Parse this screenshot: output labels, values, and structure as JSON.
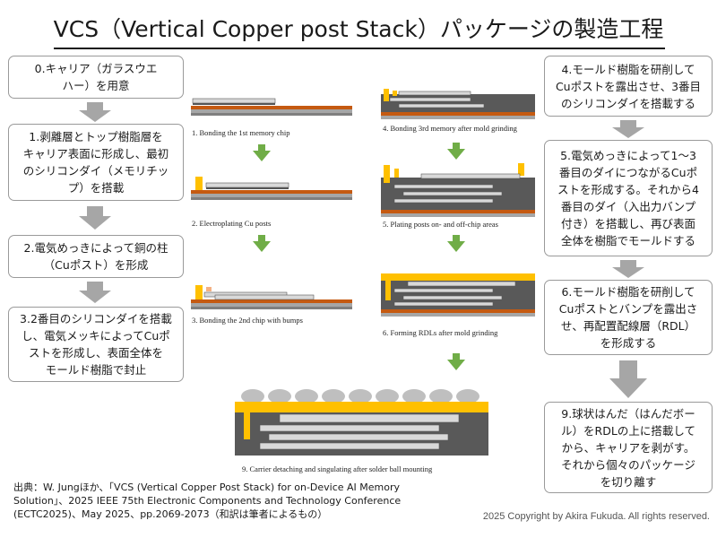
{
  "title": "VCS（Vertical Copper post Stack）パッケージの製造工程",
  "steps": {
    "s0": "0.キャリア（ガラスウエ\nハー）を用意",
    "s1": "1.剥離層とトップ樹脂層を\nキャリア表面に形成し、最初\nのシリコンダイ（メモリチッ\nプ）を搭載",
    "s2": "2.電気めっきによって銅の柱\n（Cuポスト）を形成",
    "s3": "3.2番目のシリコンダイを搭載\nし、電気メッキによってCuポ\nストを形成し、表面全体を\nモールド樹脂で封止",
    "s4": "4.モールド樹脂を研削して\nCuポストを露出させ、3番目\nのシリコンダイを搭載する",
    "s5": "5.電気めっきによって1～3\n番目のダイにつながるCuポ\nストを形成する。それから4\n番目のダイ（入出力バンプ\n付き）を搭載し、再び表面\n全体を樹脂でモールドする",
    "s6": "6.モールド樹脂を研削して\nCuポストとバンプを露出さ\nせ、再配置配線層（RDL）\nを形成する",
    "s9": "9.球状はんだ（はんだボー\nル）をRDLの上に搭載して\nから、キャリアを剥がす。\nそれから個々のパッケージ\nを切り離す"
  },
  "captions": {
    "c1": "1. Bonding the 1st memory chip",
    "c2": "2. Electroplating Cu posts",
    "c3": "3. Bonding the 2nd chip with bumps",
    "c4": "4. Bonding 3rd memory after mold grinding",
    "c5": "5. Plating posts on- and off-chip areas",
    "c6": "6. Forming RDLs after mold grinding",
    "c9": "9. Carrier detaching and singulating after solder ball mounting"
  },
  "source": "出典：W. Jungほか、「VCS (Vertical Copper Post Stack) for on-Device AI Memory\nSolution」、2025 IEEE 75th Electronic Components and Technology Conference\n(ECTC2025)、May 2025、pp.2069-2073（和訳は筆者によるもの）",
  "copyright": "2025 Copyright by Akira Fukuda. All rights reserved.",
  "colors": {
    "arrow_gray": "#a6a6a6",
    "arrow_green": "#70ad47",
    "carrier": "#c55a11",
    "post": "#ffc000",
    "mold": "#595959",
    "chip": "#d9d9d9"
  },
  "icons": [
    "gray-down-arrow-icon",
    "green-down-arrow-icon"
  ]
}
